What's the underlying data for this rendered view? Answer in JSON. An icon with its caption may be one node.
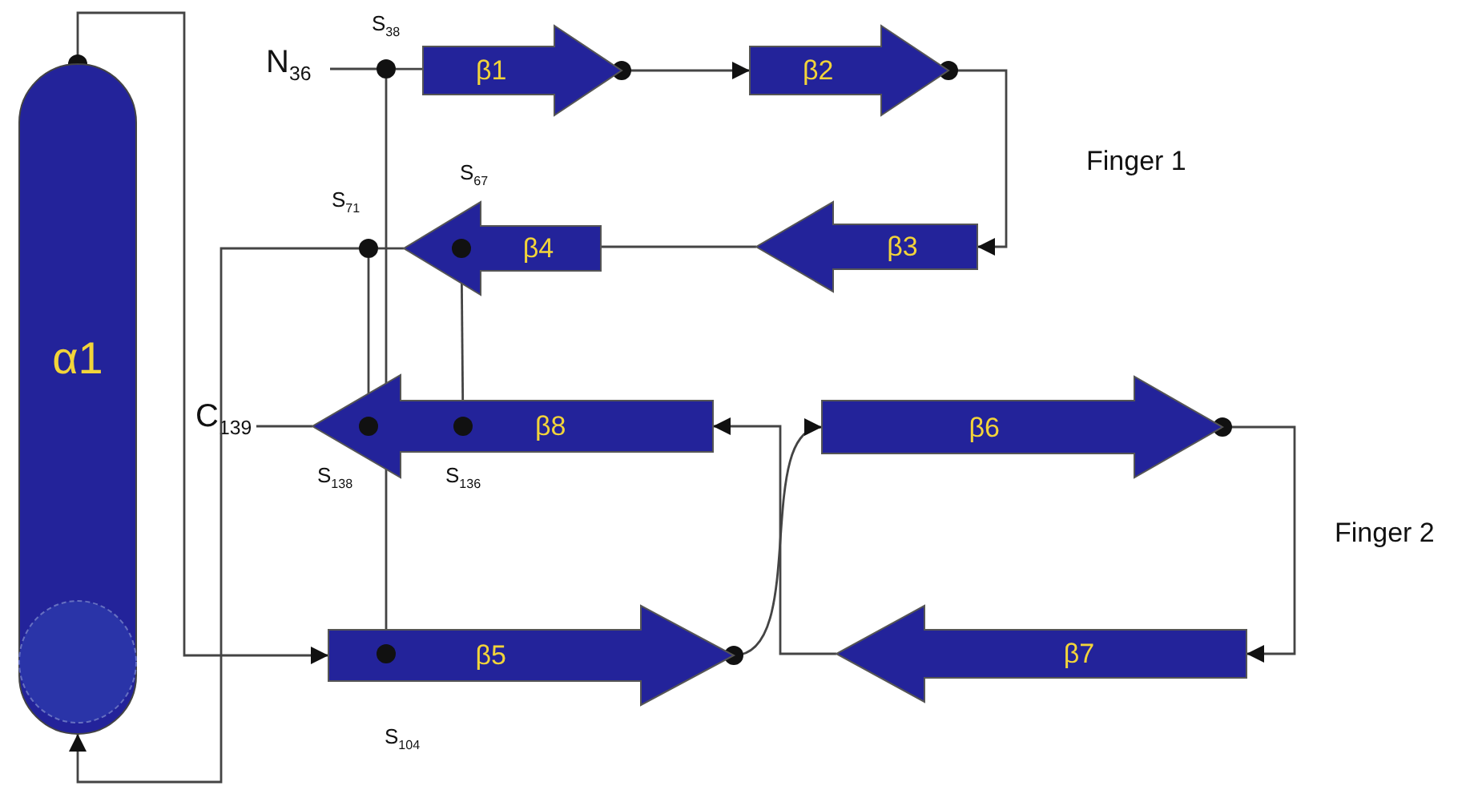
{
  "diagram": {
    "nodes": [
      {
        "text": [
          "α1"
        ]
      },
      {
        "text": [
          "N$_{36}$"
        ]
      },
      {
        "text": [],
        "shape": "circle",
        "beside": [
          "S$_{38}$"
        ]
      },
      {
        "text": [
          "β1"
        ]
      },
      {
        "text": [
          "β2"
        ]
      },
      {
        "text": [],
        "shape": "circle",
        "beside": [
          "S$_{71}$"
        ]
      },
      {
        "text": [
          "β4"
        ]
      },
      {
        "text": [],
        "shape": "circle",
        "beside": [
          "S$_{67}$"
        ],
        "in": 6
      },
      {
        "text": [
          "β3"
        ]
      },
      {
        "text": [
          "C$_{139}$"
        ]
      },
      {
        "text": [
          "β8"
        ]
      },
      {
        "text": [],
        "shape": "circle",
        "beside": [
          "S$_{138}$"
        ],
        "in": 10
      },
      {
        "text": [],
        "shape": "circle",
        "beside": [
          "S$_{136}$"
        ],
        "in": 10
      },
      {
        "text": [
          "β6"
        ]
      },
      {
        "text": [
          "β7"
        ]
      },
      {
        "text": [
          "β5"
        ]
      },
      {
        "text": [],
        "shape": "circle",
        "beside": [
          "S$_{104}$"
        ],
        "in": 15
      }
    ],
    "edges": [
      {
        "from": 1,
        "to": 2,
        "arrow": "none"
      },
      {
        "from": 2,
        "to": 3,
        "arrow": "none"
      },
      {
        "from": 3,
        "to": 4,
        "arrow": "to"
      },
      {
        "from": 4,
        "to": 8,
        "arrow": "to"
      },
      {
        "from": 8,
        "to": 6,
        "arrow": "none"
      },
      {
        "from": 6,
        "to": 5,
        "arrow": "none"
      },
      {
        "from": 5,
        "to": 0,
        "arrow": "to"
      },
      {
        "from": 0,
        "to": 15,
        "arrow": "to"
      },
      {
        "from": 15,
        "to": 13,
        "arrow": "to"
      },
      {
        "from": 13,
        "to": 14,
        "arrow": "to"
      },
      {
        "from": 14,
        "to": 10,
        "arrow": "to"
      },
      {
        "from": 10,
        "to": 9,
        "arrow": "none"
      },
      {
        "from": 2,
        "to": 16,
        "arrow": "none"
      },
      {
        "from": 5,
        "to": 11,
        "arrow": "none"
      },
      {
        "from": 7,
        "to": 12,
        "arrow": "none"
      }
    ],
    "labels": [
      "Finger 1",
      "Finger 2"
    ]
  }
}
